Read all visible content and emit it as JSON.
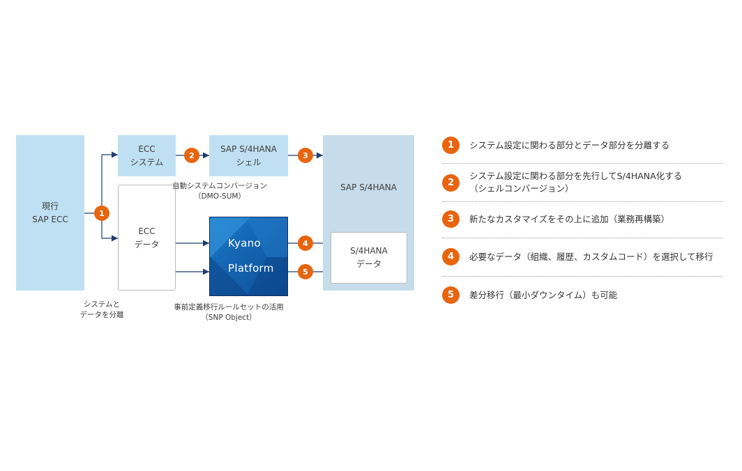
{
  "diagram": {
    "current_sap_ecc": {
      "line1": "現行",
      "line2": "SAP ECC"
    },
    "ecc_system": {
      "line1": "ECC",
      "line2": "システム"
    },
    "ecc_data": {
      "line1": "ECC",
      "line2": "データ"
    },
    "s4hana_shell": {
      "line1": "SAP S/4HANA",
      "line2": "シェル"
    },
    "s4hana_panel": {
      "title": "SAP S/4HANA"
    },
    "s4hana_data": {
      "line1": "S/4HANA",
      "line2": "データ"
    },
    "kyano": {
      "line1": "Kyano",
      "line2": "Platform"
    },
    "captions": {
      "auto_conversion": {
        "line1": "自動システムコンバージョン",
        "line2": "（DMO-SUM）"
      },
      "separate": {
        "line1": "システムと",
        "line2": "データを分離"
      },
      "rule_sets": {
        "line1": "事前定義移行ルールセットの活用",
        "line2": "（SNP Object）"
      }
    },
    "badges": [
      "1",
      "2",
      "3",
      "4",
      "5"
    ]
  },
  "legend": [
    {
      "num": "1",
      "lines": [
        "システム設定に関わる部分とデータ部分を分離する"
      ]
    },
    {
      "num": "2",
      "lines": [
        "システム設定に関わる部分を先行してS/4HANA化する",
        "（シェルコンバージョン）"
      ]
    },
    {
      "num": "3",
      "lines": [
        "新たなカスタマイズをその上に追加（業務再構築）"
      ]
    },
    {
      "num": "4",
      "lines": [
        "必要なデータ（組織、履歴、カスタムコード）を選択して移行"
      ]
    },
    {
      "num": "5",
      "lines": [
        "差分移行（最小ダウンタイム）も可能"
      ]
    }
  ],
  "colors": {
    "accent": "#e8640f",
    "light_blue": "#bfe0f2",
    "panel_blue": "#c6dcea",
    "kyano_blue": "#1464b0",
    "arrow": "#1f3d6e"
  }
}
